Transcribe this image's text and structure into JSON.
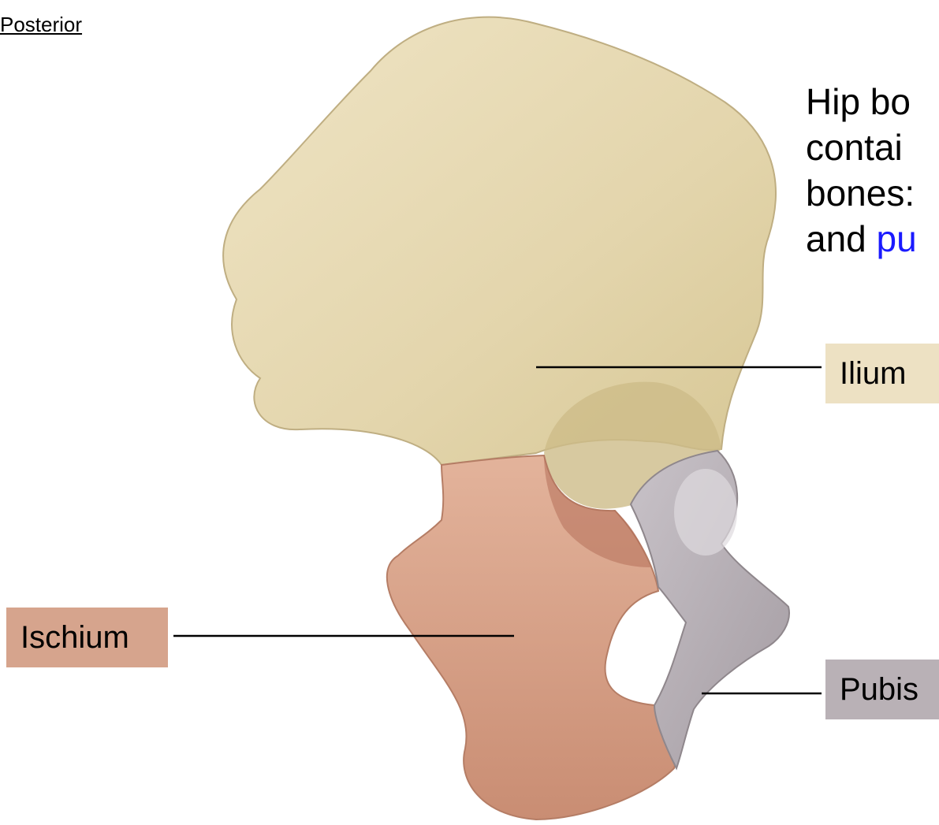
{
  "view_label": "Posterior",
  "intro": {
    "line1": "Hip bo",
    "line2": "contai",
    "line3": "bones:",
    "line4_prefix": "and ",
    "line4_part": "pu"
  },
  "labels": {
    "ilium": "Ilium",
    "ischium": "Ischium",
    "pubis": "Pubis"
  },
  "colors": {
    "ilium": "#ede1c3",
    "ischium": "#d6a48d",
    "pubis": "#b9b1b6",
    "intro_highlight": "#1a1aff"
  }
}
